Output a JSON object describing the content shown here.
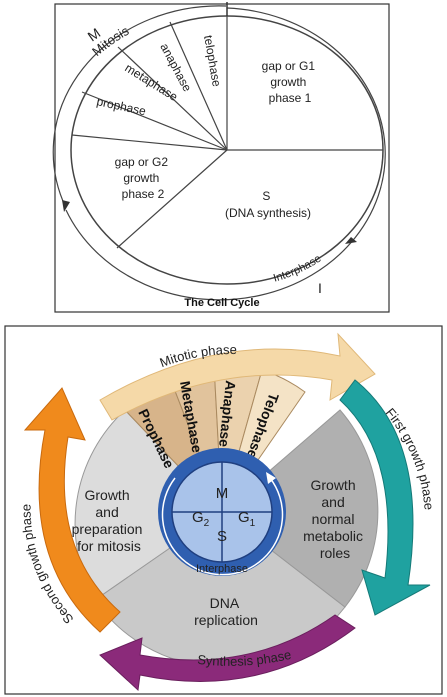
{
  "top_diagram": {
    "caption": "The Cell Cycle",
    "M": "M",
    "I": "I",
    "mitosis": "Mitosis",
    "interphase": "Interphase",
    "telophase": "telophase",
    "anaphase": "anaphase",
    "metaphase": "metaphase",
    "prophase": "prophase",
    "g1": [
      "gap or G1",
      "growth",
      "phase 1"
    ],
    "s": [
      "S",
      "(DNA synthesis)"
    ],
    "g2": [
      "gap or G2",
      "growth",
      "phase 2"
    ]
  },
  "bottom_diagram": {
    "mitotic_phase": "Mitotic phase",
    "first_growth_phase": "First growth phase",
    "synthesis_phase": "Synthesis phase",
    "second_growth_phase": "Second growth phase",
    "prophase": "Prophase",
    "metaphase": "Metaphase",
    "anaphase": "Anaphase",
    "telophase": "Telophase",
    "g1_text": [
      "Growth",
      "and",
      "normal",
      "metabolic",
      "roles"
    ],
    "s_text": [
      "DNA",
      "replication"
    ],
    "g2_text": [
      "Growth",
      "and",
      "preparation",
      "for mitosis"
    ],
    "center_m": "M",
    "center_s": "S",
    "center_g1": "G",
    "center_g1_sub": "1",
    "center_g2": "G",
    "center_g2_sub": "2",
    "center_interphase": "Interphase"
  },
  "colors": {
    "frame": "#333333",
    "mitotic_arrow": "#f5d9a8",
    "first_growth_arrow": "#1fa2a0",
    "synthesis_arrow": "#8b2a7a",
    "second_growth_arrow": "#f08a1c",
    "g1_sector": "#b5b5b5",
    "s_sector": "#c9c9c9",
    "g2_sector": "#dcdcdc",
    "center_blue": "#2f5fb0",
    "center_light": "#a9c3ea"
  }
}
